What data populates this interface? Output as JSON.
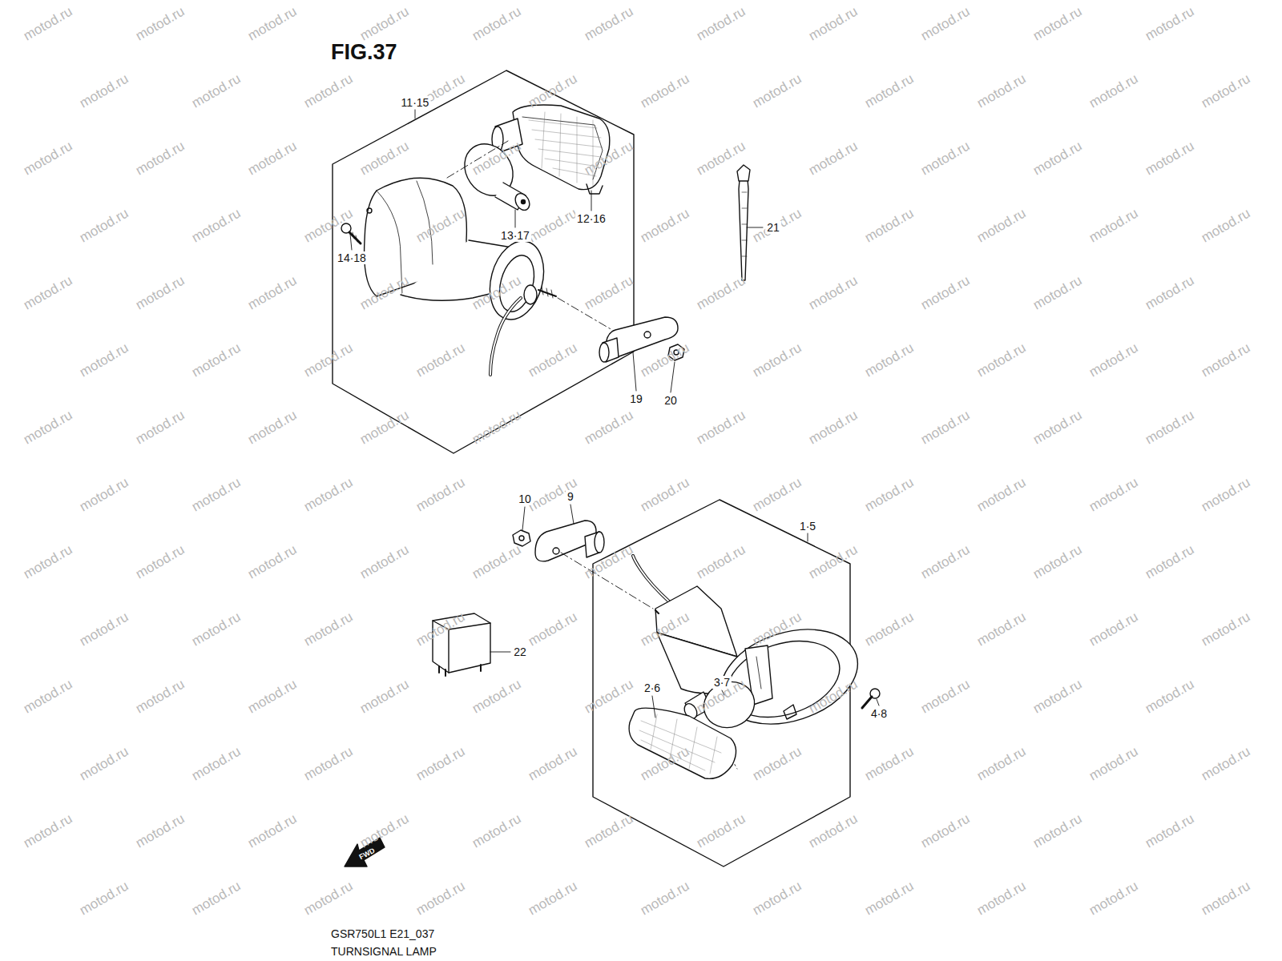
{
  "diagram": {
    "title": "FIG.37",
    "labels": [
      "11·15",
      "12·16",
      "13·17",
      "14·18",
      "19",
      "20",
      "21",
      "10",
      "9",
      "1·5",
      "2·6",
      "3·7",
      "4·8",
      "22",
      "FWD",
      "GSR750L1 E21_037",
      "TURNSIGNAL LAMP",
      "motod.ru",
      "motod.ru",
      "motod.ru",
      "motod.ru",
      "motod.ru",
      "motod.ru",
      "motod.ru",
      "motod.ru",
      "motod.ru",
      "motod.ru",
      "motod.ru",
      "motod.ru",
      "motod.ru",
      "motod.ru",
      "motod.ru",
      "motod.ru",
      "motod.ru",
      "motod.ru",
      "motod.ru",
      "motod.ru",
      "motod.ru",
      "motod.ru",
      "motod.ru",
      "motod.ru",
      "motod.ru",
      "motod.ru",
      "motod.ru",
      "motod.ru",
      "motod.ru",
      "motod.ru",
      "motod.ru",
      "motod.ru",
      "motod.ru",
      "motod.ru",
      "motod.ru",
      "motod.ru",
      "motod.ru",
      "motod.ru",
      "motod.ru",
      "motod.ru",
      "motod.ru",
      "motod.ru",
      "motod.ru",
      "motod.ru",
      "motod.ru",
      "motod.ru",
      "motod.ru",
      "motod.ru",
      "motod.ru",
      "motod.ru",
      "motod.ru",
      "motod.ru",
      "motod.ru",
      "motod.ru",
      "motod.ru",
      "motod.ru",
      "motod.ru",
      "motod.ru",
      "motod.ru",
      "motod.ru",
      "motod.ru",
      "motod.ru",
      "motod.ru",
      "motod.ru",
      "motod.ru",
      "motod.ru",
      "motod.ru",
      "motod.ru",
      "motod.ru",
      "motod.ru",
      "motod.ru",
      "motod.ru",
      "motod.ru",
      "motod.ru",
      "motod.ru",
      "motod.ru",
      "motod.ru",
      "motod.ru",
      "motod.ru",
      "motod.ru",
      "motod.ru",
      "motod.ru",
      "motod.ru",
      "motod.ru",
      "motod.ru",
      "motod.ru",
      "motod.ru",
      "motod.ru",
      "motod.ru",
      "motod.ru",
      "motod.ru",
      "motod.ru",
      "motod.ru",
      "motod.ru",
      "motod.ru",
      "motod.ru",
      "motod.ru",
      "motod.ru",
      "motod.ru",
      "motod.ru",
      "motod.ru",
      "motod.ru",
      "motod.ru",
      "motod.ru",
      "motod.ru",
      "motod.ru",
      "motod.ru",
      "motod.ru",
      "motod.ru",
      "motod.ru",
      "motod.ru",
      "motod.ru",
      "motod.ru",
      "motod.ru",
      "motod.ru",
      "motod.ru",
      "motod.ru",
      "motod.ru",
      "motod.ru",
      "motod.ru",
      "motod.ru",
      "motod.ru",
      "motod.ru",
      "motod.ru",
      "motod.ru",
      "motod.ru",
      "motod.ru",
      "motod.ru",
      "motod.ru",
      "motod.ru",
      "motod.ru",
      "motod.ru",
      "motod.ru",
      "motod.ru",
      "motod.ru",
      "motod.ru",
      "motod.ru",
      "motod.ru",
      "motod.ru",
      "motod.ru",
      "motod.ru",
      "motod.ru",
      "motod.ru",
      "motod.ru",
      "motod.ru",
      "motod.ru",
      "motod.ru",
      "motod.ru",
      "motod.ru",
      "motod.ru",
      "motod.ru",
      "motod.ru",
      "motod.ru",
      "motod.ru"
    ]
  }
}
